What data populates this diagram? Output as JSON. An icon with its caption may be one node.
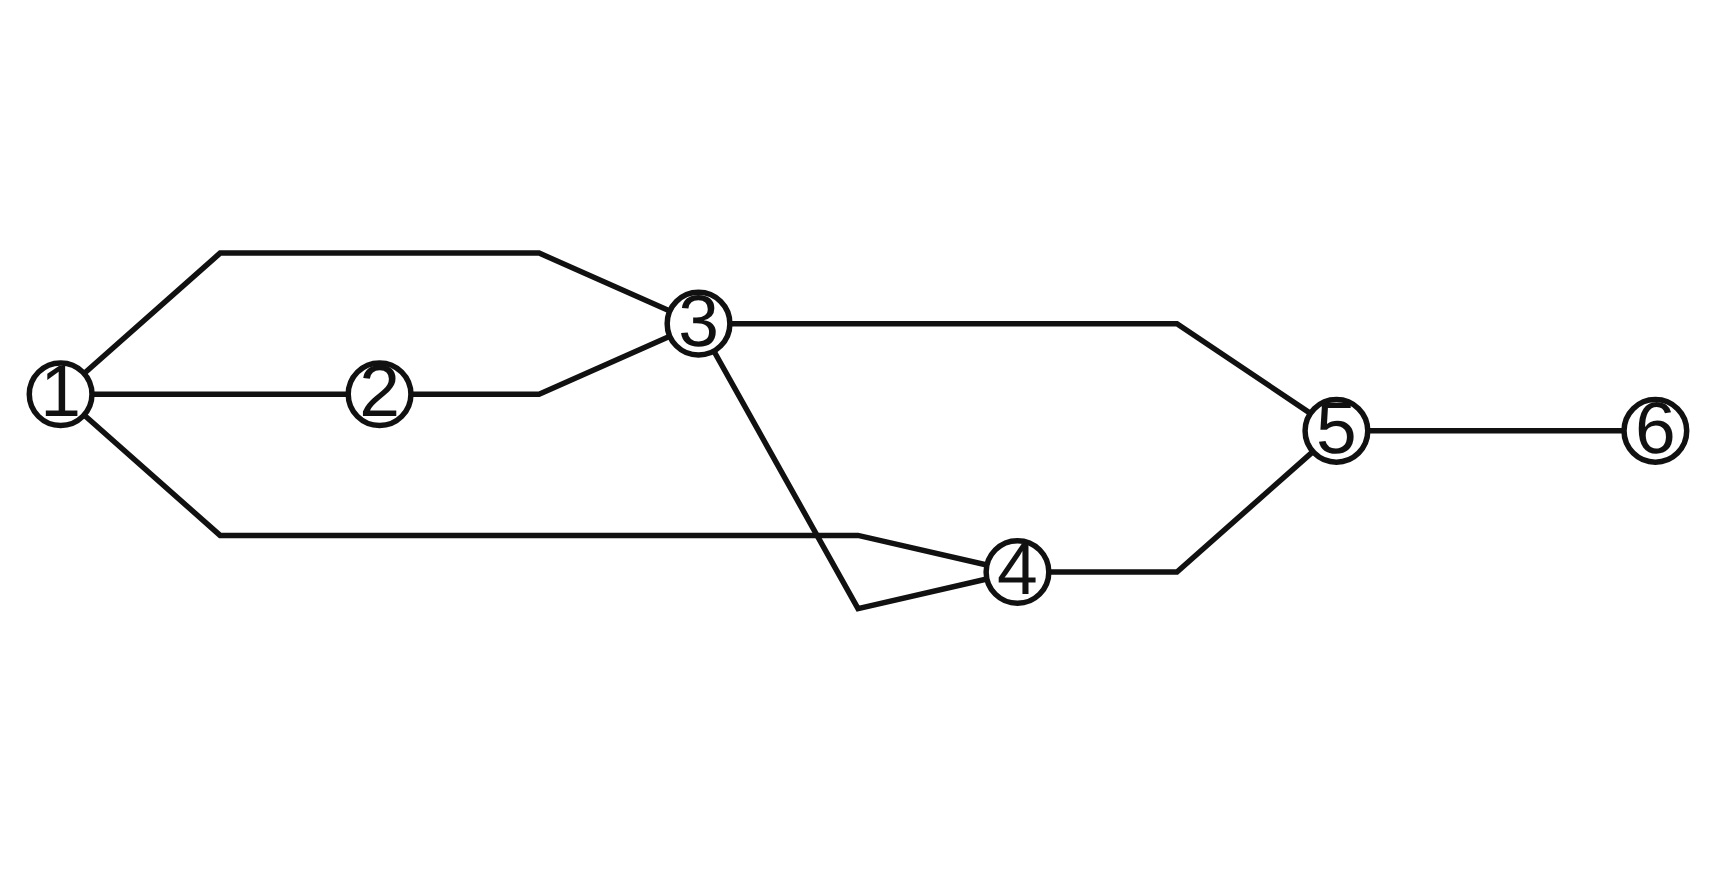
{
  "diagram": {
    "nodes": [
      {
        "text": [
          "1"
        ]
      },
      {
        "text": [
          "2"
        ]
      },
      {
        "text": [
          "3"
        ]
      },
      {
        "text": [
          "4"
        ]
      },
      {
        "text": [
          "5"
        ]
      },
      {
        "text": [
          "6"
        ]
      }
    ],
    "edges": [
      {
        "from": 0,
        "to": 1,
        "arrow": "none"
      },
      {
        "from": 0,
        "to": 2,
        "arrow": "none"
      },
      {
        "from": 0,
        "to": 3,
        "arrow": "none"
      },
      {
        "from": 1,
        "to": 2,
        "arrow": "none"
      },
      {
        "from": 2,
        "to": 3,
        "arrow": "none"
      },
      {
        "from": 2,
        "to": 4,
        "arrow": "none"
      },
      {
        "from": 3,
        "to": 4,
        "arrow": "none"
      },
      {
        "from": 4,
        "to": 5,
        "arrow": "none"
      }
    ]
  }
}
